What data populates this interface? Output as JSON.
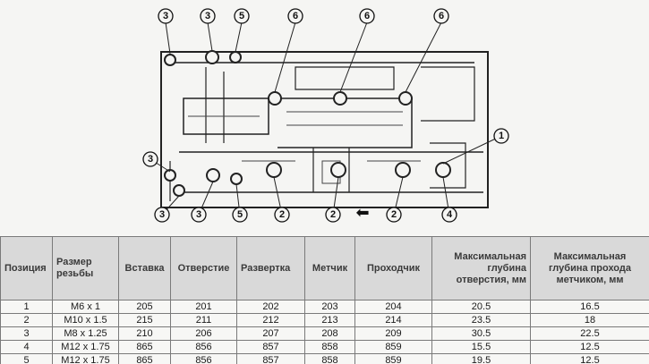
{
  "figure": {
    "arrow_glyph": "⬅",
    "callouts": [
      "3",
      "3",
      "5",
      "6",
      "6",
      "6",
      "1",
      "3",
      "3",
      "3",
      "5",
      "2",
      "2",
      "2",
      "4"
    ]
  },
  "table": {
    "headers": [
      "Позиция",
      "Размер резьбы",
      "Вставка",
      "Отверстие",
      "Развертка",
      "Метчик",
      "Проходчик",
      "Максимальная глубина отверстия, мм",
      "Максимальная глубина прохода метчиком, мм"
    ],
    "rows": [
      [
        "1",
        "M6 x 1",
        "205",
        "201",
        "202",
        "203",
        "204",
        "20.5",
        "16.5"
      ],
      [
        "2",
        "M10 x 1.5",
        "215",
        "211",
        "212",
        "213",
        "214",
        "23.5",
        "18"
      ],
      [
        "3",
        "M8 x 1.25",
        "210",
        "206",
        "207",
        "208",
        "209",
        "30.5",
        "22.5"
      ],
      [
        "4",
        "M12 x 1.75",
        "865",
        "856",
        "857",
        "858",
        "859",
        "15.5",
        "12.5"
      ],
      [
        "5",
        "M12 x 1.75",
        "865",
        "856",
        "857",
        "858",
        "859",
        "19.5",
        "12.5"
      ]
    ]
  }
}
